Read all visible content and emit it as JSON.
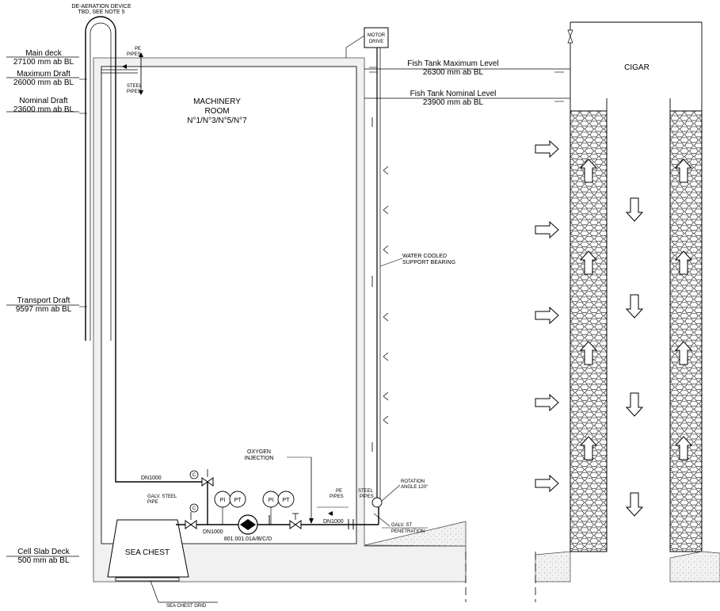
{
  "levels": {
    "main_deck": {
      "label": "Main deck",
      "value": "27100 mm ab BL"
    },
    "maximum_draft": {
      "label": "Maximum Draft",
      "value": "26000 mm ab BL"
    },
    "nominal_draft": {
      "label": "Nominal Draft",
      "value": "23600 mm ab BL"
    },
    "transport_draft": {
      "label": "Transport Draft",
      "value": "9597 mm ab BL"
    },
    "cell_slab_deck": {
      "label": "Cell Slab Deck",
      "value": "500 mm ab BL"
    },
    "fish_tank_max": {
      "label": "Fish Tank Maximum Level",
      "value": "26300 mm ab BL"
    },
    "fish_tank_nominal": {
      "label": "Fish Tank Nominal Level",
      "value": "23900 mm ab BL"
    }
  },
  "labels": {
    "deaeration_1": "DE-AERATION DEVICE",
    "deaeration_2": "TBD, SEE NOTE 5",
    "pe_pipes_top": "PE",
    "pe_pipes_top2": "PIPES",
    "steel_pipes_top": "STEEL",
    "steel_pipes_top2": "PIPES",
    "machinery_1": "MACHINERY",
    "machinery_2": "ROOM",
    "machinery_3": "N°1/N°3/N°5/N°7",
    "motor_1": "MOTOR",
    "motor_2": "DRIVE",
    "water_cooled_1": "WATER COOLED",
    "water_cooled_2": "SUPPORT BEARING",
    "oxygen_1": "OXYGEN",
    "oxygen_2": "INJECTION",
    "dn1000_a": "DN1000",
    "dn1000_b": "DN1000",
    "dn1000_c": "DN1000",
    "galv_steel_1": "GALV. STEEL",
    "galv_steel_2": "PIPE",
    "pump_tag": "801.001.01A/B/C/D",
    "pi_1": "PI",
    "pt_1": "PT",
    "pi_2": "PI",
    "pt_2": "PT",
    "inst_c1": "C",
    "inst_c2": "C",
    "pe_pipes_bot": "PE",
    "pe_pipes_bot2": "PIPES",
    "steel_pipes_bot": "STEEL",
    "steel_pipes_bot2": "PIPES",
    "rotation_1": "ROTATION",
    "rotation_2": "ANGLE 120°",
    "galv_st_1": "GALV. ST",
    "galv_st_2": "PENETRATION",
    "sea_chest": "SEA CHEST",
    "sea_chest_grid": "SEA CHEST GRID",
    "cigar": "CIGAR"
  }
}
